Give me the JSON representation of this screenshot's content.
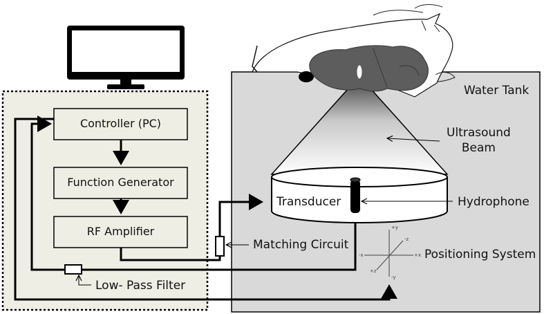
{
  "blocks": {
    "controller": "Controller (PC)",
    "function_generator": "Function Generator",
    "rf_amplifier": "RF Amplifier"
  },
  "labels": {
    "water_tank": "Water Tank",
    "ultrasound_beam_line1": "Ultrasound",
    "ultrasound_beam_line2": "Beam",
    "transducer": "Transducer",
    "hydrophone": "Hydrophone",
    "matching_circuit": "Matching Circuit",
    "positioning_system": "Positioning System",
    "low_pass_filter": "Low- Pass Filter"
  },
  "axes_labels": {
    "plus_y": "+y",
    "minus_y": "-y",
    "plus_x": "+x",
    "minus_x": "-x",
    "plus_z": "+z",
    "minus_z": "-z"
  },
  "icons": [
    "monitor-icon",
    "rat-icon",
    "brain-icon",
    "axes-icon"
  ],
  "colors": {
    "control_panel_bg": "#efeee4",
    "water_tank_bg": "#d9d9d9",
    "brain_fill": "#5d5d5d",
    "line": "#000000"
  }
}
